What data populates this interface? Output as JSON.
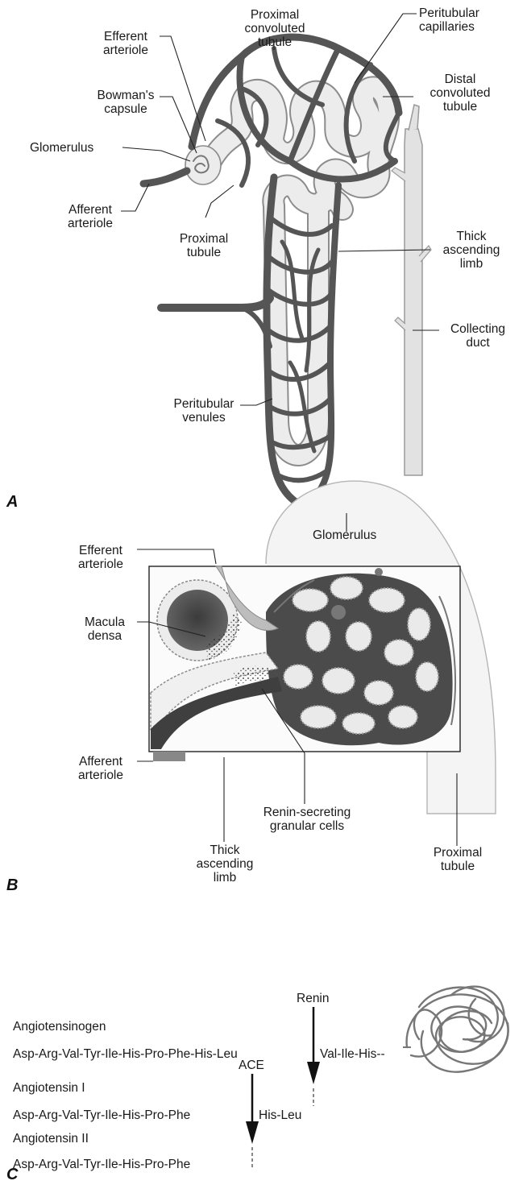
{
  "panel_a": {
    "letter": "A",
    "labels": {
      "proximal_convoluted_tubule": "Proximal\nconvoluted tubule",
      "peritubular_capillaries": "Peritubular\ncapillaries",
      "efferent_arteriole": "Efferent\narteriole",
      "bowmans_capsule": "Bowman's\ncapsule",
      "distal_convoluted_tubule": "Distal\nconvoluted\ntubule",
      "glomerulus": "Glomerulus",
      "afferent_arteriole": "Afferent\narteriole",
      "proximal_tubule": "Proximal\ntubule",
      "thick_ascending_limb": "Thick\nascending\nlimb",
      "collecting_duct": "Collecting\nduct",
      "peritubular_venules": "Peritubular\nvenules"
    }
  },
  "panel_b": {
    "letter": "B",
    "labels": {
      "glomerulus": "Glomerulus",
      "efferent_arteriole": "Efferent\narteriole",
      "macula_densa": "Macula\ndensa",
      "afferent_arteriole": "Afferent\narteriole",
      "renin_secreting": "Renin-secreting\ngranular cells",
      "thick_ascending_limb": "Thick\nascending\nlimb",
      "proximal_tubule": "Proximal\ntubule"
    }
  },
  "panel_c": {
    "letter": "C",
    "renin_label": "Renin",
    "ace_label": "ACE",
    "angiotensinogen": {
      "name": "Angiotensinogen",
      "seq_left": "Asp-Arg-Val-Tyr-Ile-His-Pro-Phe-His-Leu",
      "seq_right": "Val-Ile-His--"
    },
    "angiotensin_i": {
      "name": "Angiotensin I",
      "seq_left": "Asp-Arg-Val-Tyr-Ile-His-Pro-Phe",
      "seq_right": "His-Leu"
    },
    "angiotensin_ii": {
      "name": "Angiotensin II",
      "seq_left": "Asp-Arg-Val-Tyr-Ile-His-Pro-Phe"
    }
  },
  "colors": {
    "vessel": "#555555",
    "tubule_fill": "#e9e9e9",
    "tubule_outline": "#8c8c8c",
    "duct_fill": "#e2e2e2",
    "background": "#ffffff"
  }
}
